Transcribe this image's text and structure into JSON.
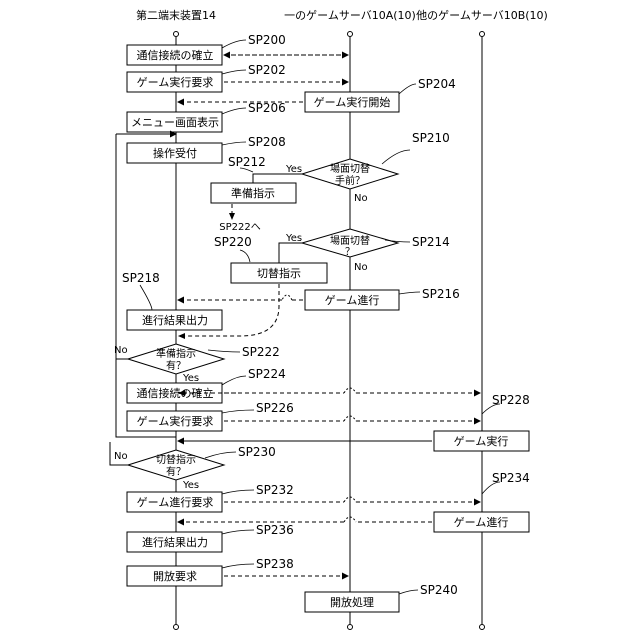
{
  "headers": {
    "terminal": "第二端末装置14",
    "server_a": "一のゲームサーバ10A(10)",
    "server_b": "他のゲームサーバ10B(10)"
  },
  "boxes": {
    "b200": "通信接続の確立",
    "b202": "ゲーム実行要求",
    "b204": "ゲーム実行開始",
    "b206": "メニュー画面表示",
    "b208": "操作受付",
    "b212": "準備指示",
    "b220": "切替指示",
    "b216": "ゲーム進行",
    "b218": "進行結果出力",
    "b224": "通信接続の確立",
    "b226": "ゲーム実行要求",
    "b228": "ゲーム実行",
    "b232": "ゲーム進行要求",
    "b234": "ゲーム進行",
    "b236": "進行結果出力",
    "b238": "開放要求",
    "b240": "開放処理"
  },
  "decisions": {
    "d210_l1": "場面切替",
    "d210_l2": "手前？",
    "d214_l1": "場面切替",
    "d214_l2": "？",
    "d222_l1": "準備指示",
    "d222_l2": "有？",
    "d230_l1": "切替指示",
    "d230_l2": "有？"
  },
  "labels": {
    "sp200": "SP200",
    "sp202": "SP202",
    "sp204": "SP204",
    "sp206": "SP206",
    "sp208": "SP208",
    "sp210": "SP210",
    "sp212": "SP212",
    "sp214": "SP214",
    "sp216": "SP216",
    "sp218": "SP218",
    "sp220": "SP220",
    "sp222": "SP222",
    "sp224": "SP224",
    "sp226": "SP226",
    "sp228": "SP228",
    "sp230": "SP230",
    "sp232": "SP232",
    "sp234": "SP234",
    "sp236": "SP236",
    "sp238": "SP238",
    "sp240": "SP240"
  },
  "branches": {
    "yes": "Yes",
    "no": "No",
    "goto": "SP222へ"
  }
}
